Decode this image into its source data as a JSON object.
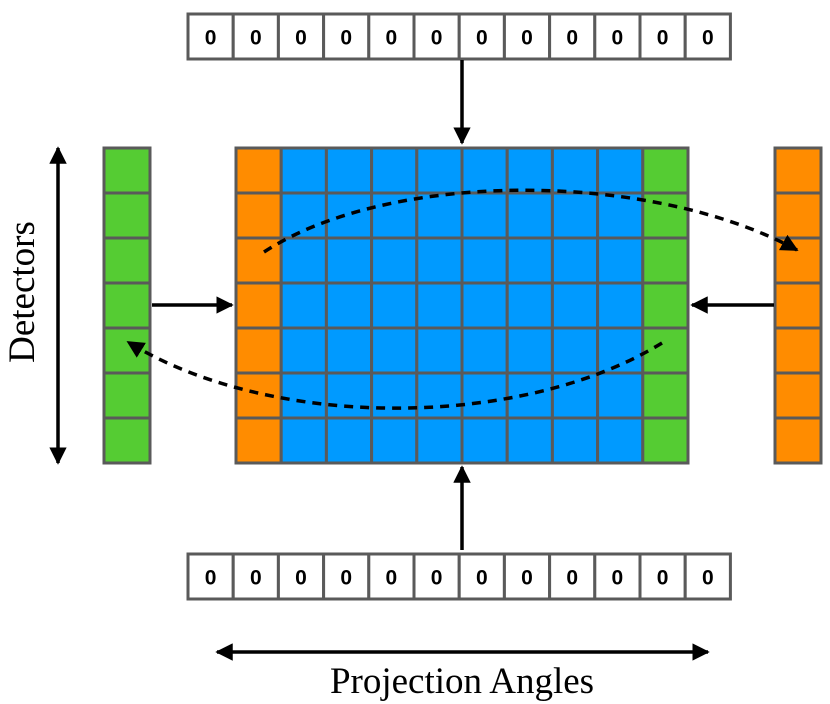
{
  "labels": {
    "detectors": "Detectors",
    "projection_angles": "Projection Angles"
  },
  "top_row": [
    "0",
    "0",
    "0",
    "0",
    "0",
    "0",
    "0",
    "0",
    "0",
    "0",
    "0",
    "0"
  ],
  "bottom_row": [
    "0",
    "0",
    "0",
    "0",
    "0",
    "0",
    "0",
    "0",
    "0",
    "0",
    "0",
    "0"
  ],
  "grid": {
    "rows": 7,
    "columns": 10,
    "column_types": [
      "orange",
      "blue",
      "blue",
      "blue",
      "blue",
      "blue",
      "blue",
      "blue",
      "blue",
      "green"
    ]
  },
  "left_column": {
    "cells": 7,
    "type": "green"
  },
  "right_column": {
    "cells": 7,
    "type": "orange"
  },
  "colors": {
    "orange": "#ff8c00",
    "blue": "#009aff",
    "green": "#55cc33",
    "cell_border": "#5a5a5a",
    "box_fill": "#ffffff",
    "arrow": "#000000",
    "text": "#000000"
  }
}
